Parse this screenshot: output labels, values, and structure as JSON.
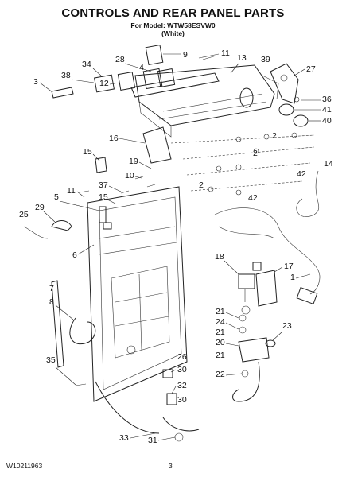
{
  "header": {
    "title": "CONTROLS AND REAR PANEL PARTS",
    "model": "For Model: WTW58ESVW0",
    "color": "(White)"
  },
  "footer": {
    "doc_number": "W10211963",
    "page": "3"
  },
  "callouts": [
    "9",
    "11",
    "13",
    "39",
    "27",
    "34",
    "28",
    "4",
    "12",
    "38",
    "3",
    "36",
    "41",
    "40",
    "16",
    "2",
    "2",
    "15",
    "19",
    "10",
    "37",
    "14",
    "42",
    "11",
    "15",
    "5",
    "2",
    "42",
    "29",
    "25",
    "6",
    "18",
    "17",
    "7",
    "1",
    "8",
    "21",
    "24",
    "21",
    "20",
    "23",
    "35",
    "21",
    "22",
    "26",
    "30",
    "32",
    "30",
    "33",
    "31"
  ]
}
